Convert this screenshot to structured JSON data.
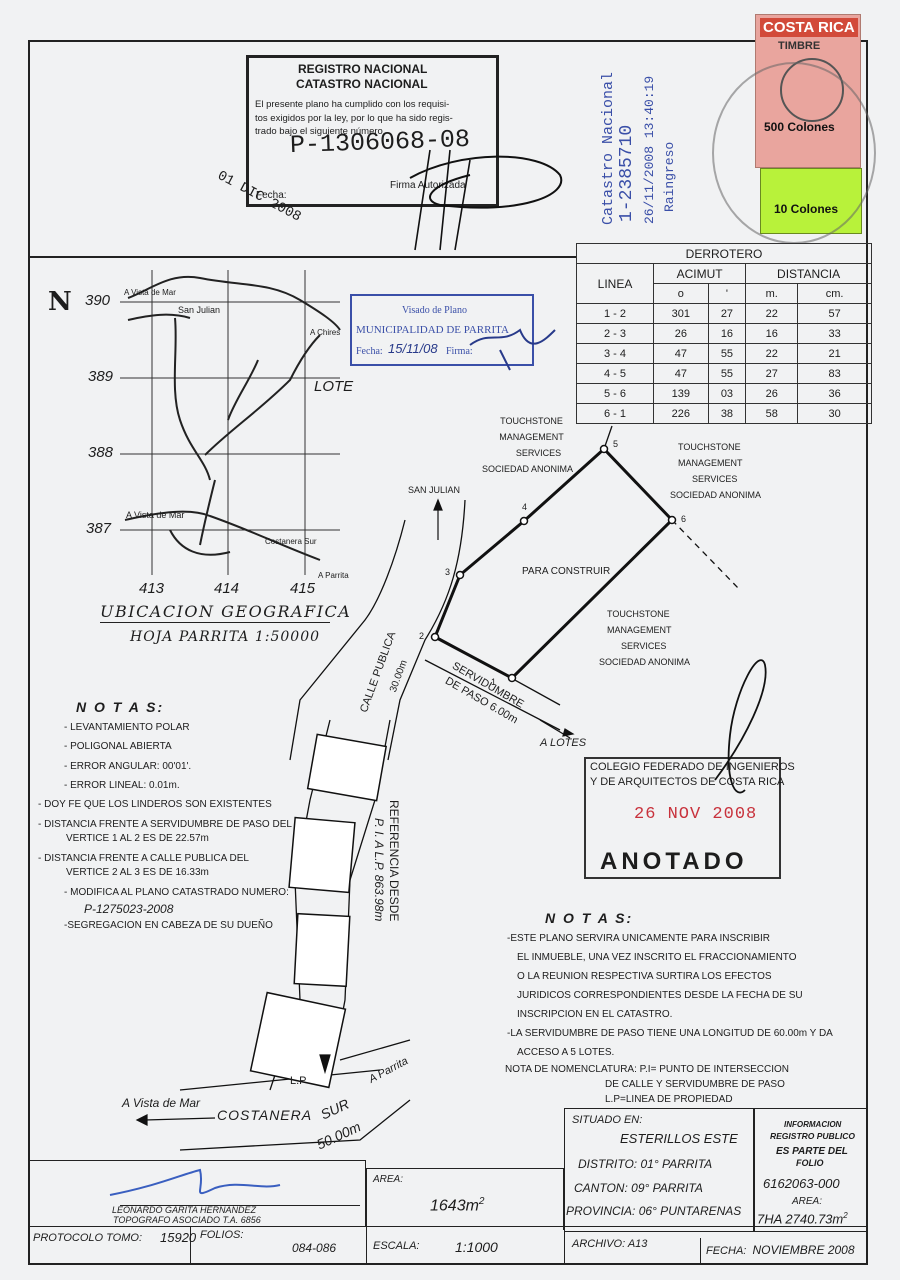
{
  "registro": {
    "title1": "REGISTRO NACIONAL",
    "title2": "CATASTRO NACIONAL",
    "body1": "El presente plano ha cumplido con los requisi-",
    "body2": "tos exigidos por la ley, por lo que ha sido regis-",
    "body3": "trado bajo el siguiente número.",
    "number": "P-1306068-08",
    "firma_label": "Firma Autorizada",
    "fecha_label": "Fecha:",
    "fecha": "01 DIC 2008"
  },
  "catastro": {
    "line1": "Catastro Nacional",
    "line2": "1-2385710",
    "line3": "26/11/2008 13:40:19",
    "line4": "Raingreso"
  },
  "timbre": {
    "brand": "COSTA RICA",
    "label": "TIMBRE",
    "value1": "500 Colones",
    "value2": "10 Colones"
  },
  "derrotero": {
    "title": "DERROTERO",
    "col_linea": "LINEA",
    "col_acimut": "ACIMUT",
    "col_distancia": "DISTANCIA",
    "sub": [
      "o",
      "'",
      "m.",
      "cm."
    ],
    "rows": [
      [
        "1 - 2",
        "301",
        "27",
        "22",
        "57"
      ],
      [
        "2 - 3",
        "26",
        "16",
        "16",
        "33"
      ],
      [
        "3 - 4",
        "47",
        "55",
        "22",
        "21"
      ],
      [
        "4 - 5",
        "47",
        "55",
        "27",
        "83"
      ],
      [
        "5 - 6",
        "139",
        "03",
        "26",
        "36"
      ],
      [
        "6 - 1",
        "226",
        "38",
        "58",
        "30"
      ]
    ]
  },
  "ubicacion": {
    "north": "N",
    "y_ticks": [
      "390",
      "389",
      "388",
      "387"
    ],
    "x_ticks": [
      "413",
      "414",
      "415"
    ],
    "places": [
      "A Vista de Mar",
      "San Julian",
      "A Chires",
      "A Vista de Mar",
      "Costanera Sur",
      "A Parrita",
      "LOTE"
    ],
    "title": "UBICACION GEOGRAFICA",
    "subtitle": "HOJA PARRITA 1:50000"
  },
  "visado": {
    "title": "Visado de Plano",
    "entity": "MUNICIPALIDAD DE PARRITA",
    "fecha_label": "Fecha:",
    "fecha": "15/11/08",
    "firma_label": "Firma:"
  },
  "plano": {
    "owner_top": [
      "TOUCHSTONE",
      "MANAGEMENT",
      "SERVICES",
      "SOCIEDAD ANONIMA"
    ],
    "owner_right": [
      "TOUCHSTONE",
      "MANAGEMENT",
      "SERVICES",
      "SOCIEDAD ANONIMA"
    ],
    "owner_bottom": [
      "TOUCHSTONE",
      "MANAGEMENT",
      "SERVICES",
      "SOCIEDAD ANONIMA"
    ],
    "lot_label": "PARA CONSTRUIR",
    "vertices": [
      "1",
      "2",
      "3",
      "4",
      "5",
      "6"
    ],
    "san_julian": "SAN JULIAN",
    "calle1": "CALLE PUBLICA",
    "calle2": "30.00m",
    "serv1": "SERVIDUMBRE",
    "serv2": "DE PASO 6.00m",
    "a_lotes": "A LOTES",
    "ref1": "REFERENCIA DESDE",
    "ref2": "P. I. A L.P. 863.98m",
    "lp": "L.P",
    "a_parrita": "A Parrita",
    "a_vista": "A Vista de Mar",
    "costanera": "COSTANERA",
    "sur": "SUR",
    "dist": "50.00m"
  },
  "notas_left": {
    "title": "N O T A S:",
    "items": [
      "- LEVANTAMIENTO POLAR",
      "- POLIGONAL ABIERTA",
      "- ERROR ANGULAR: 00'01'.",
      "- ERROR LINEAL: 0.01m.",
      "- DOY FE QUE LOS LINDEROS SON EXISTENTES",
      "- DISTANCIA FRENTE A SERVIDUMBRE DE PASO DEL",
      "  VERTICE 1 AL 2 ES DE 22.57m",
      "- DISTANCIA FRENTE A CALLE PUBLICA DEL",
      "  VERTICE 2 AL 3 ES DE 16.33m",
      "- MODIFICA AL PLANO CATASTRADO NUMERO:",
      "  P-1275023-2008",
      "-SEGREGACION EN CABEZA DE SU DUEÑO"
    ]
  },
  "colegio": {
    "line1": "COLEGIO FEDERADO DE INGENIEROS",
    "line2": "Y DE ARQUITECTOS DE COSTA RICA",
    "date": "26 NOV 2008",
    "status": "ANOTADO"
  },
  "notas_right": {
    "title": "N O T A S:",
    "items": [
      "-ESTE PLANO SERVIRA UNICAMENTE PARA INSCRIBIR",
      "EL INMUEBLE, UNA VEZ INSCRITO EL FRACCIONAMIENTO",
      "O LA REUNION RESPECTIVA SURTIRA LOS EFECTOS",
      "JURIDICOS CORRESPONDIENTES DESDE LA FECHA DE SU",
      "INSCRIPCION EN EL CATASTRO.",
      "-LA SERVIDUMBRE DE PASO TIENE UNA LONGITUD DE 60.00m Y DA",
      "ACCESO A 5 LOTES.",
      "NOTA DE NOMENCLATURA: P.I= PUNTO DE INTERSECCION",
      "DE CALLE Y SERVIDUMBRE DE PASO",
      "L.P=LINEA DE PROPIEDAD"
    ]
  },
  "footer": {
    "topografo1": "LEONARDO GARITA HERNANDEZ",
    "topografo2": "TOPOGRAFO ASOCIADO T.A. 6856",
    "protocolo_label": "PROTOCOLO TOMO:",
    "protocolo": "15920",
    "folios_label": "FOLIOS:",
    "folios": "084-086",
    "area_label": "AREA:",
    "area": "1643m",
    "area_sup": "2",
    "escala_label": "ESCALA:",
    "escala": "1:1000",
    "situado_label": "SITUADO EN:",
    "situado": "ESTERILLOS ESTE",
    "distrito_label": "DISTRITO:",
    "distrito": "01° PARRITA",
    "canton_label": "CANTON:",
    "canton": "09° PARRITA",
    "provincia_label": "PROVINCIA:",
    "provincia": "06° PUNTARENAS",
    "archivo_label": "ARCHIVO:",
    "archivo": "A13",
    "info1": "INFORMACION",
    "info2": "REGISTRO PUBLICO",
    "info3": "ES PARTE DEL",
    "info4": "FOLIO",
    "folio_num": "6162063-000",
    "area2_label": "AREA:",
    "area2": "7HA 2740.73m",
    "area2_sup": "2",
    "fecha_label": "FECHA:",
    "fecha": "NOVIEMBRE 2008"
  },
  "colors": {
    "ink": "#1d1d1d",
    "blue_stamp": "#3a4fa8",
    "red_date": "#c8323c",
    "stamp_green": "#b8f23a",
    "stamp_pink": "#e8a0a0"
  }
}
